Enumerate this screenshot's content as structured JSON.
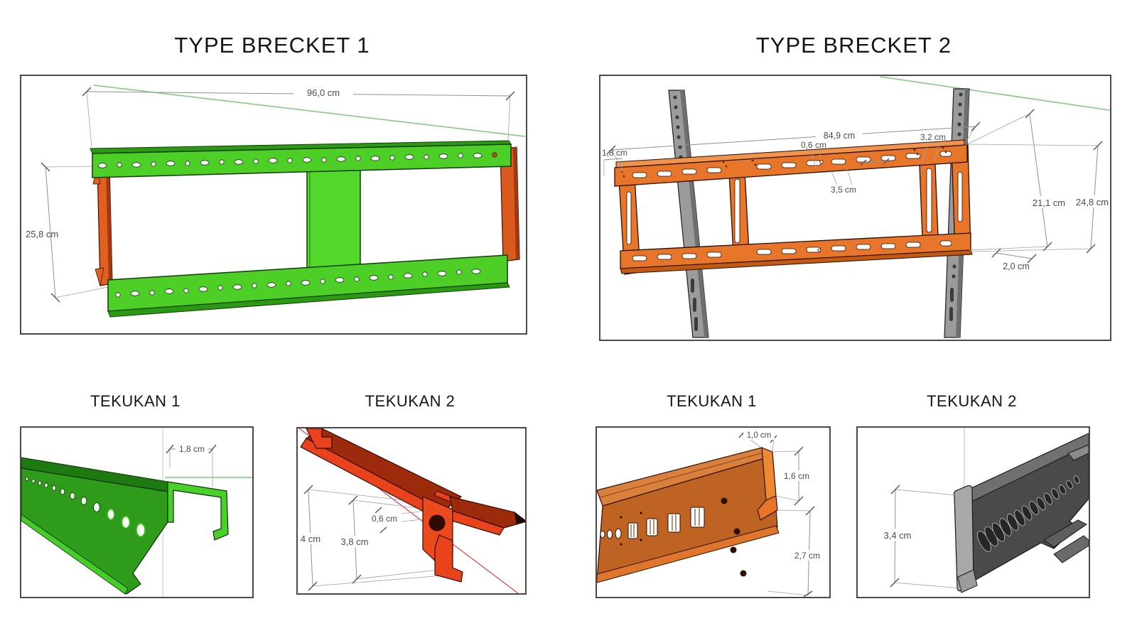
{
  "brackets": {
    "bracket1": {
      "title": "TYPE BRECKET 1",
      "dim_width": "96,0 cm",
      "dim_height": "25,8 cm"
    },
    "bracket2": {
      "title": "TYPE BRECKET 2",
      "dim_width": "84,9 cm",
      "dim_edge": "1,8 cm",
      "dim_hole": "0,6 cm",
      "dim_slot": "3,2 cm",
      "dim_slot_gap": "3,5 cm",
      "dim_inner_height": "21,1 cm",
      "dim_height": "24,8 cm",
      "dim_depth": "2,0 cm"
    }
  },
  "details": {
    "tekukan1_left": {
      "title": "TEKUKAN 1",
      "dim_flange": "1,8 cm"
    },
    "tekukan2_left": {
      "title": "TEKUKAN 2",
      "dim_thickness": "0,6 cm",
      "dim_height": "4 cm",
      "dim_inner": "3,8 cm"
    },
    "tekukan1_right": {
      "title": "TEKUKAN 1",
      "dim_top": "1,0 cm",
      "dim_upper": "1,6 cm",
      "dim_lower": "2,7 cm"
    },
    "tekukan2_right": {
      "title": "TEKUKAN 2",
      "dim_height": "3,4 cm"
    }
  },
  "colors": {
    "green_bright": "#4ecf27",
    "green_dark": "#2c9914",
    "orange_frame": "#e8762a",
    "orange_red": "#e8431c",
    "red_dark": "#9e2a0c",
    "gray_strap": "#9b9b9b",
    "gray_channel": "#474747",
    "dim_line": "#909090",
    "axis_green": "#7dc87d",
    "axis_red": "#d44343"
  }
}
